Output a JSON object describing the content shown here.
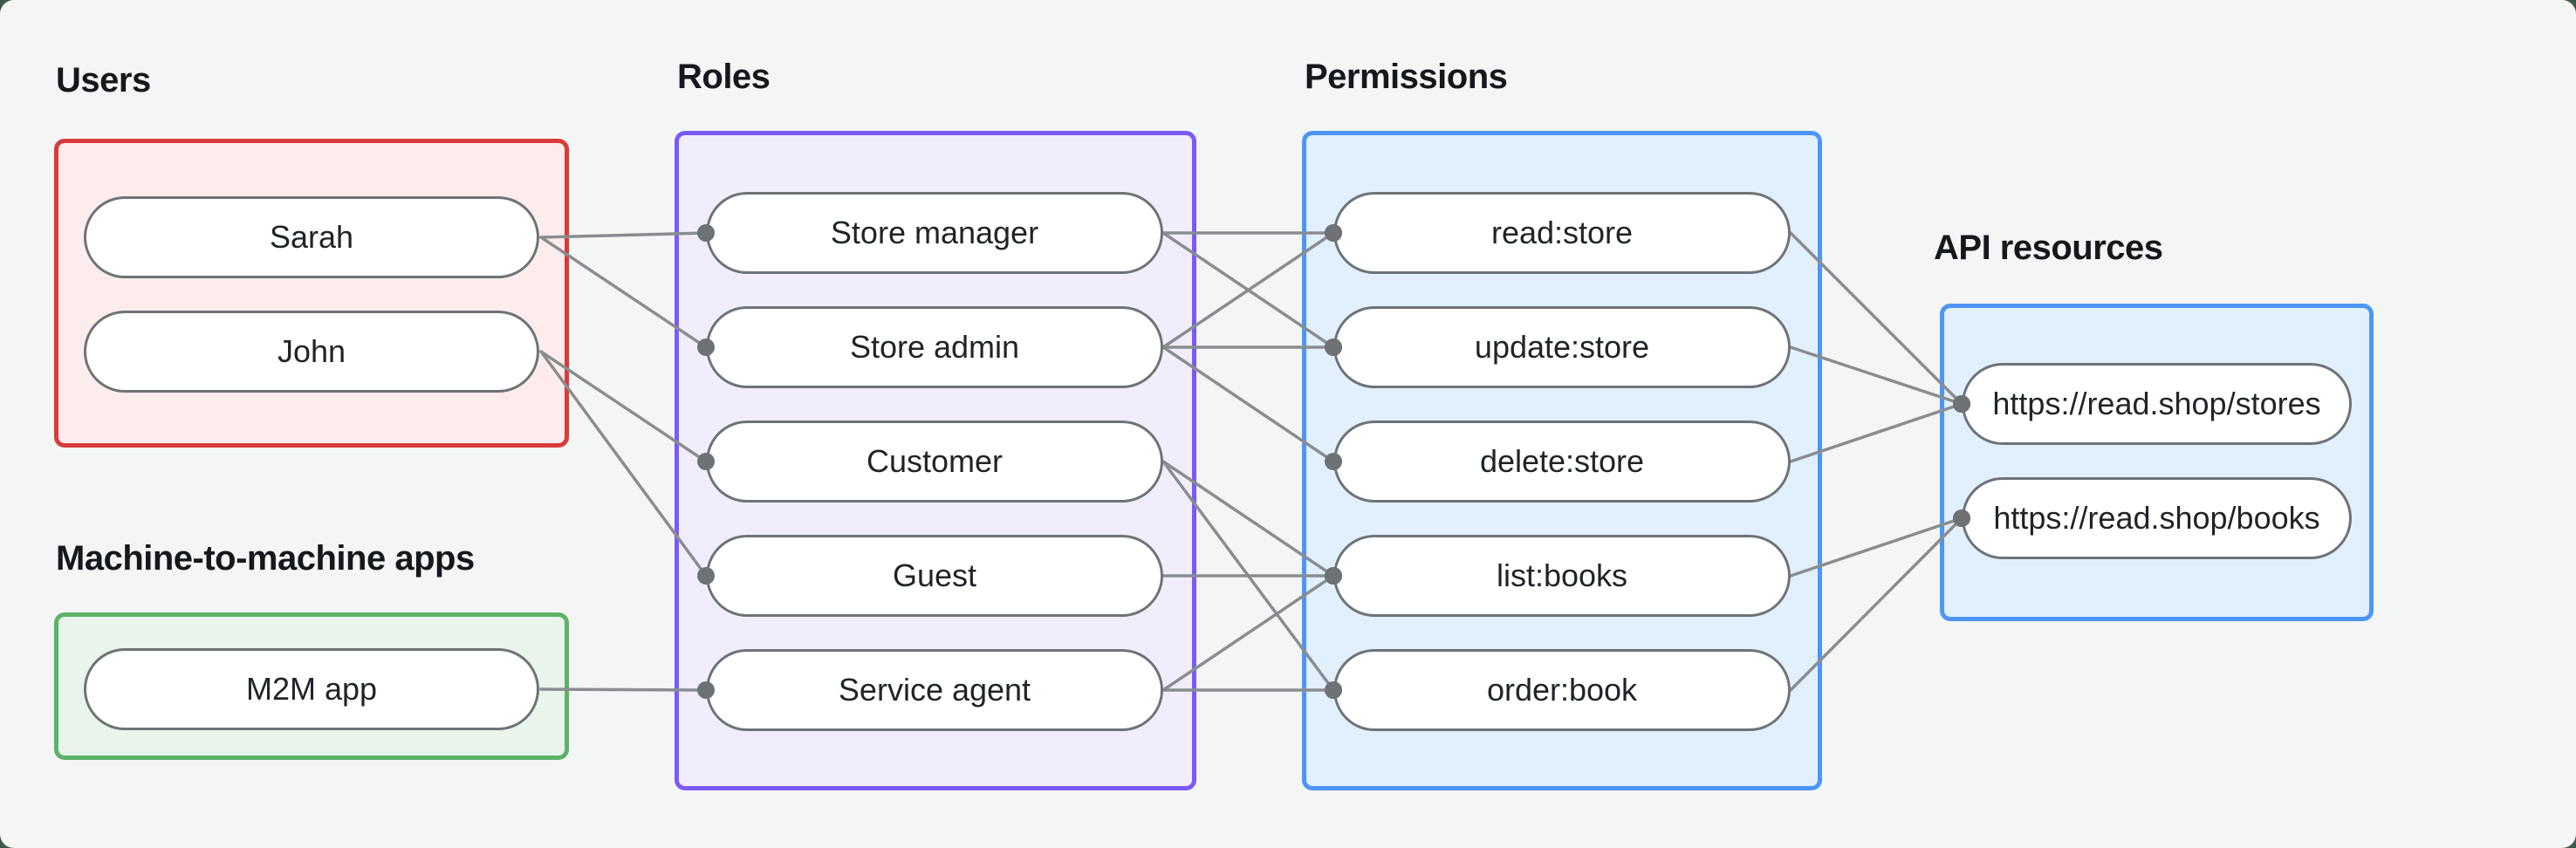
{
  "page": {
    "background_color": "#f4f6f5",
    "frame_color": "#3d5949"
  },
  "groups": {
    "users": {
      "label": "Users",
      "border_color": "#d93a3b",
      "fill_color": "#fcecec"
    },
    "m2m": {
      "label": "Machine-to-machine apps",
      "border_color": "#5cb269",
      "fill_color": "#e9f4ea"
    },
    "roles": {
      "label": "Roles",
      "border_color": "#7a5af9",
      "fill_color": "#f2edfc"
    },
    "permissions": {
      "label": "Permissions",
      "border_color": "#4d95f7",
      "fill_color": "#e2effc"
    },
    "api_resources": {
      "label": "API resources",
      "border_color": "#4d95f7",
      "fill_color": "#e2effc"
    }
  },
  "nodes": {
    "sarah": {
      "label": "Sarah",
      "group": "users"
    },
    "john": {
      "label": "John",
      "group": "users"
    },
    "m2m_app": {
      "label": "M2M app",
      "group": "m2m"
    },
    "store_manager": {
      "label": "Store manager",
      "group": "roles"
    },
    "store_admin": {
      "label": "Store admin",
      "group": "roles"
    },
    "customer": {
      "label": "Customer",
      "group": "roles"
    },
    "guest": {
      "label": "Guest",
      "group": "roles"
    },
    "service_agent": {
      "label": "Service agent",
      "group": "roles"
    },
    "read_store": {
      "label": "read:store",
      "group": "permissions"
    },
    "update_store": {
      "label": "update:store",
      "group": "permissions"
    },
    "delete_store": {
      "label": "delete:store",
      "group": "permissions"
    },
    "list_books": {
      "label": "list:books",
      "group": "permissions"
    },
    "order_book": {
      "label": "order:book",
      "group": "permissions"
    },
    "stores_api": {
      "label": "https://read.shop/stores",
      "group": "api_resources"
    },
    "books_api": {
      "label": "https://read.shop/books",
      "group": "api_resources"
    }
  },
  "edges": [
    {
      "from": "sarah",
      "to": "store_manager"
    },
    {
      "from": "sarah",
      "to": "store_admin"
    },
    {
      "from": "john",
      "to": "customer"
    },
    {
      "from": "john",
      "to": "guest"
    },
    {
      "from": "m2m_app",
      "to": "service_agent"
    },
    {
      "from": "store_manager",
      "to": "read_store"
    },
    {
      "from": "store_manager",
      "to": "update_store"
    },
    {
      "from": "store_admin",
      "to": "read_store"
    },
    {
      "from": "store_admin",
      "to": "update_store"
    },
    {
      "from": "store_admin",
      "to": "delete_store"
    },
    {
      "from": "customer",
      "to": "list_books"
    },
    {
      "from": "customer",
      "to": "order_book"
    },
    {
      "from": "guest",
      "to": "list_books"
    },
    {
      "from": "service_agent",
      "to": "list_books"
    },
    {
      "from": "service_agent",
      "to": "order_book"
    },
    {
      "from": "read_store",
      "to": "stores_api"
    },
    {
      "from": "update_store",
      "to": "stores_api"
    },
    {
      "from": "delete_store",
      "to": "stores_api"
    },
    {
      "from": "list_books",
      "to": "books_api"
    },
    {
      "from": "order_book",
      "to": "books_api"
    }
  ],
  "style": {
    "edge_color": "#8a8d90",
    "dot_color": "#6f7275",
    "node_border_color": "#6e7377",
    "node_fill": "#ffffff",
    "node_text_color": "#1f2428",
    "title_color": "#15191d"
  }
}
